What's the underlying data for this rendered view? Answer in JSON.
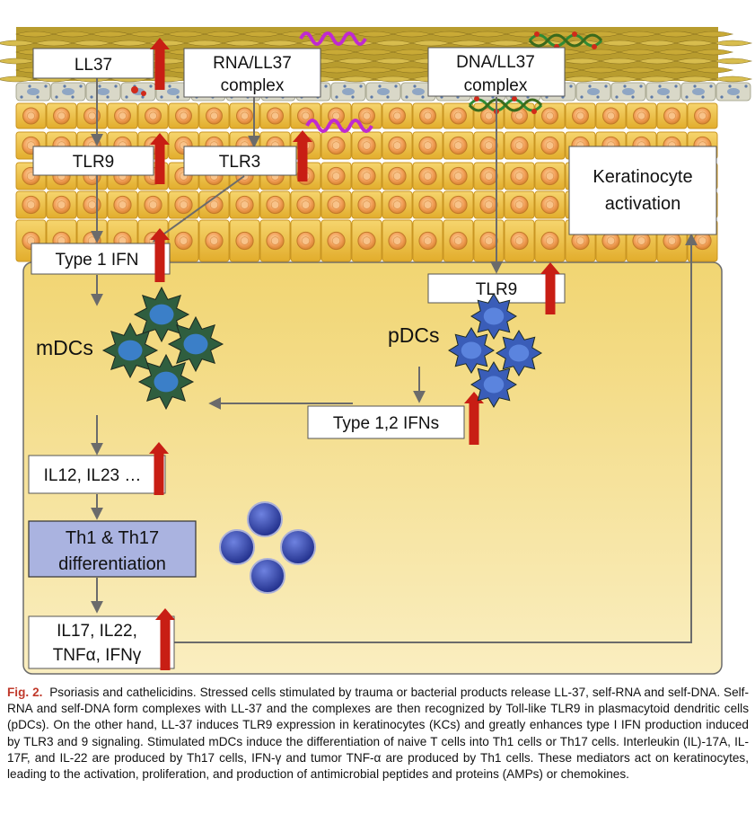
{
  "figure": {
    "boxes": {
      "ll37": "LL37",
      "rna_complex": [
        "RNA/LL37",
        "complex"
      ],
      "dna_complex": [
        "DNA/LL37",
        "complex"
      ],
      "tlr9_top": "TLR9",
      "tlr3": "TLR3",
      "type1_ifn": "Type 1 IFN",
      "keratinocyte_activation": [
        "Keratinocyte",
        "activation"
      ],
      "tlr9_pdc": "TLR9",
      "type12_ifns": "Type 1,2 IFNs",
      "il12_il23": "IL12, IL23 …",
      "th_diff": [
        "Th1 & Th17",
        "differentiation"
      ],
      "il17_line1": "IL17, IL22,",
      "il17_line2": "TNFα, IFNγ"
    },
    "cell_labels": {
      "mdcs": "mDCs",
      "pdcs": "pDCs"
    },
    "colors": {
      "arrow_up": "#c81e14",
      "keratinocyte_fill": "#eec24a",
      "keratinocyte_nucleus": "#f4a05a",
      "dermis_fill": "#f5e08a",
      "mdc_fill": "#2f5e3f",
      "pdc_fill": "#3a5db8",
      "tcell_fill": "#2b3a9c",
      "th_box_fill": "#aab3e0"
    }
  },
  "caption": {
    "label": "Fig. 2.",
    "text": "Psoriasis and cathelicidins. Stressed cells stimulated by trauma or bacterial products release LL-37, self-RNA and self-DNA. Self-RNA and self-DNA form complexes with LL-37 and the complexes are then recognized by Toll-like TLR9 in plasmacytoid dendritic cells (pDCs). On the other hand, LL-37 induces TLR9 expression in keratinocytes (KCs) and greatly enhances type I IFN production induced by TLR3 and 9 signaling. Stimulated mDCs induce the differentiation of naive T cells into Th1 cells or Th17 cells. Interleukin (IL)-17A, IL-17F, and IL-22 are produced by Th17 cells, IFN-γ and tumor TNF-α are produced by Th1 cells. These mediators act on keratinocytes, leading to the activation, proliferation, and production of antimicrobial peptides and proteins (AMPs) or chemokines."
  }
}
